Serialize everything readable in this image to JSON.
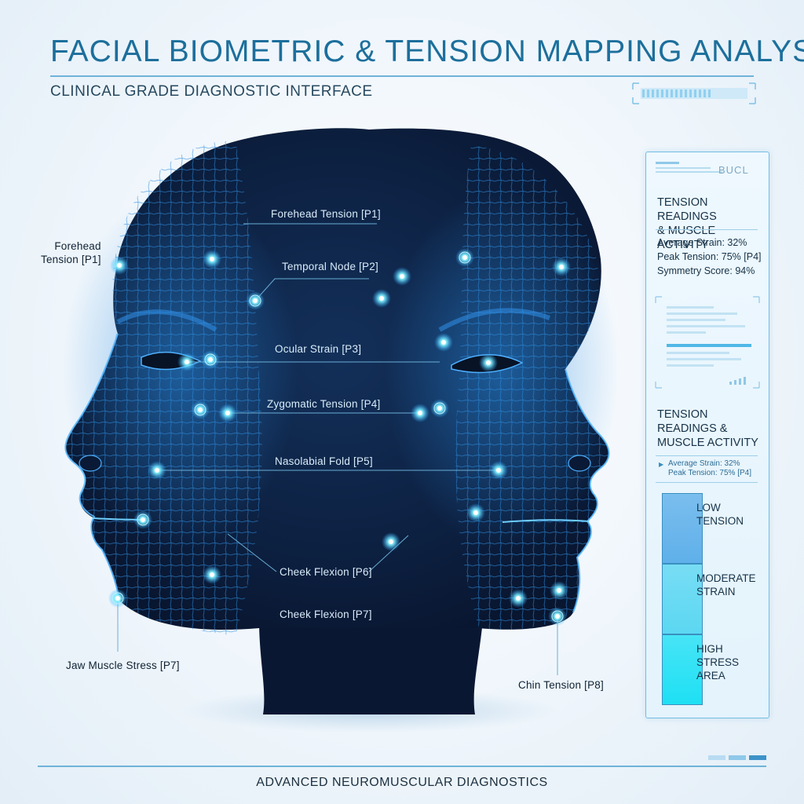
{
  "header": {
    "title": "FACIAL BIOMETRIC & TENSION MAPPING ANALYSIS",
    "subtitle": "CLINICAL GRADE DIAGNOSTIC INTERFACE"
  },
  "labels": {
    "forehead_left": "Forehead\nTension [P1]",
    "forehead": "Forehead Tension [P1]",
    "temporal": "Temporal Node [P2]",
    "ocular": "Ocular Strain [P3]",
    "zygomatic": "Zygomatic Tension [P4]",
    "nasolabial": "Nasolabial Fold [P5]",
    "cheek_p6": "Cheek Flexion [P6]",
    "cheek_p7": "Cheek Flexion [P7]",
    "jaw": "Jaw Muscle Stress [P7]",
    "chin": "Chin Tension [P8]"
  },
  "panel": {
    "code": "BUCL",
    "heading": "TENSION READINGS\n& MUSCLE ACTIVITY",
    "readings": [
      "Average Strain: 32%",
      "Peak Tension: 75% [P4]",
      "Symmetry Score: 94%"
    ],
    "heading2": "TENSION\nREADINGS &\nMUSCLE ACTIVITY",
    "small_readings": [
      "Average Strain: 32%",
      "Peak Tension: 75% [P4]"
    ],
    "legend": [
      {
        "label": "LOW\nTENSION",
        "color": "#5fb0ea"
      },
      {
        "label": "MODERATE\nSTRAIN",
        "color": "#5cd7f2"
      },
      {
        "label": "HIGH\nSTRESS\nAREA",
        "color": "#1fe0f4"
      }
    ]
  },
  "footer": "ADVANCED NEUROMUSCULAR DIAGNOSTICS",
  "colors": {
    "accent": "#1c6f9c",
    "head_dark": "#0b1a33",
    "mesh": "#2a86d6",
    "node_glow": "#7ff0ff"
  }
}
